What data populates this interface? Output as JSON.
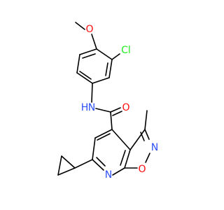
{
  "molecule": {
    "colors": {
      "bond": "#000000",
      "O": "#ff0d0d",
      "N": "#3050f8",
      "Cl": "#1ff01f",
      "H": "#3050f8",
      "background": "#ffffff"
    },
    "atom_labels": {
      "O_methoxy": "O",
      "Cl": "Cl",
      "NH_N": "N",
      "NH_H": "H",
      "O_carbonyl": "O",
      "N_isoxazole": "N",
      "O_isoxazole": "O",
      "N_pyridine": "N"
    }
  }
}
